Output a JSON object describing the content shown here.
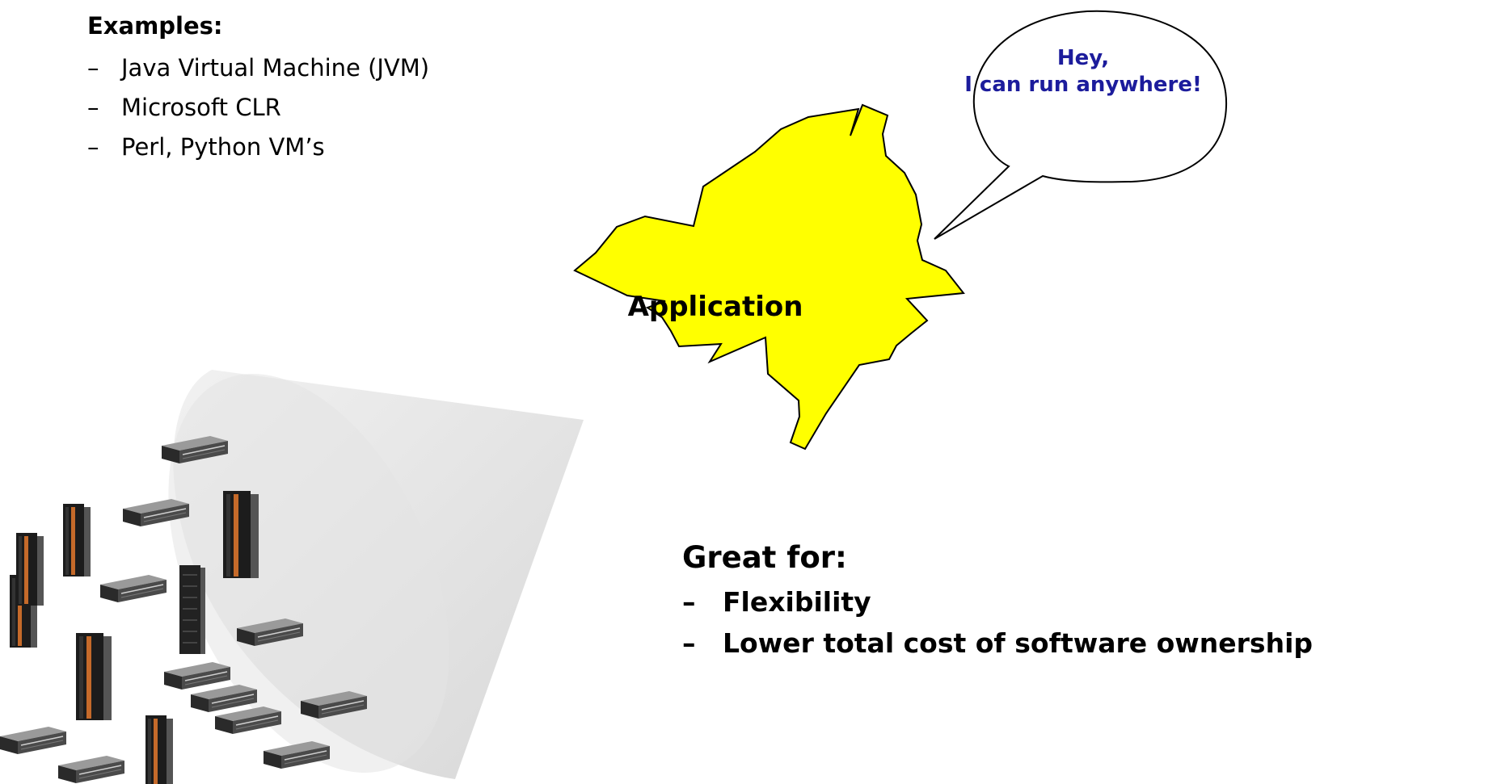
{
  "examples": {
    "heading": "Examples:",
    "items": [
      "Java Virtual Machine (JVM)",
      "Microsoft CLR",
      "Perl, Python VM’s"
    ],
    "bullet": "–"
  },
  "bubble": {
    "line1": "Hey,",
    "line2": "I can run anywhere!",
    "text_color": "#1c1c9c"
  },
  "application": {
    "label": "Application",
    "fill_color": "#ffff00"
  },
  "great_for": {
    "heading": "Great for:",
    "items": [
      "Flexibility",
      "Lower total cost of software ownership"
    ],
    "bullet": "–"
  },
  "servers": {
    "icon": "server-rack-icon",
    "rack_mount_count": 11,
    "tower_count": 7
  }
}
